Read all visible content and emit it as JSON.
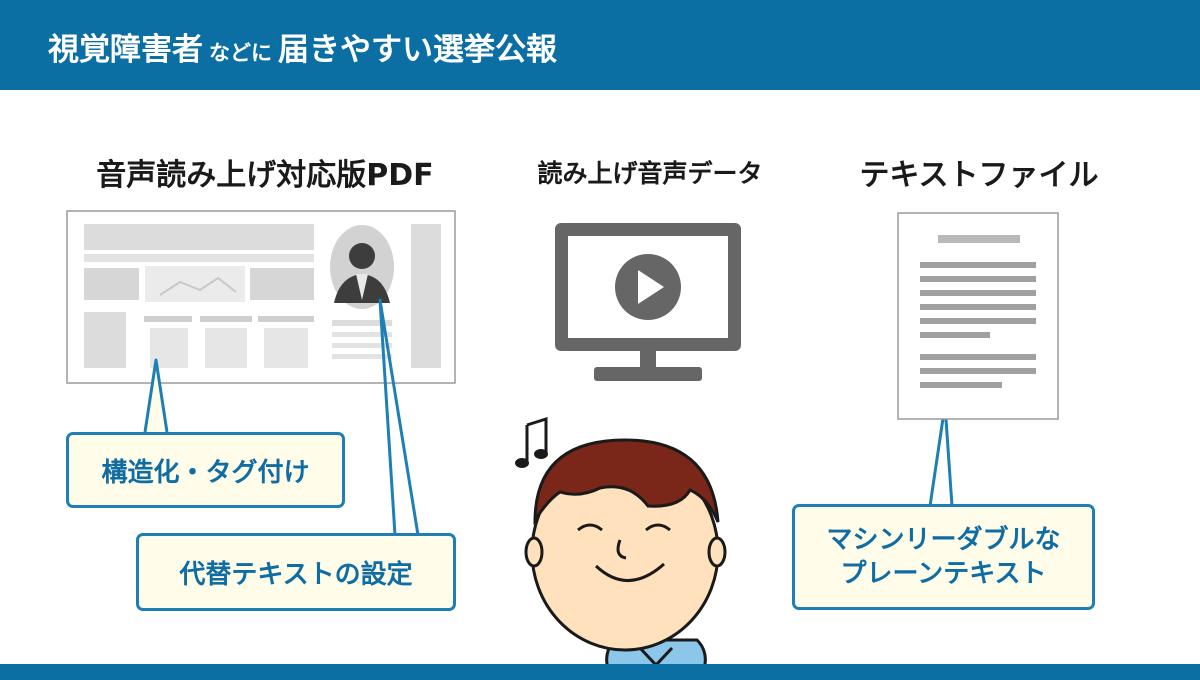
{
  "header": {
    "title_part1": "視覚障害者",
    "title_part2": "などに",
    "title_part3": "届きやすい選挙公報"
  },
  "columns": [
    {
      "heading": "音声読み上げ対応版PDF"
    },
    {
      "heading": "読み上げ音声データ"
    },
    {
      "heading": "テキストファイル"
    }
  ],
  "callouts": {
    "structure": "構造化・タグ付け",
    "alt_text": "代替テキストの設定",
    "machine_line1": "マシンリーダブルな",
    "machine_line2": "プレーンテキスト"
  },
  "colors": {
    "header_bg": "#0b6fa4",
    "callout_border": "#1e7fb5",
    "callout_bg": "#fffcea",
    "callout_text": "#0f6da4"
  },
  "icons": [
    "pdf-document-illustration",
    "monitor-play-icon",
    "text-document-icon",
    "music-note-icon",
    "smiling-boy-illustration"
  ]
}
